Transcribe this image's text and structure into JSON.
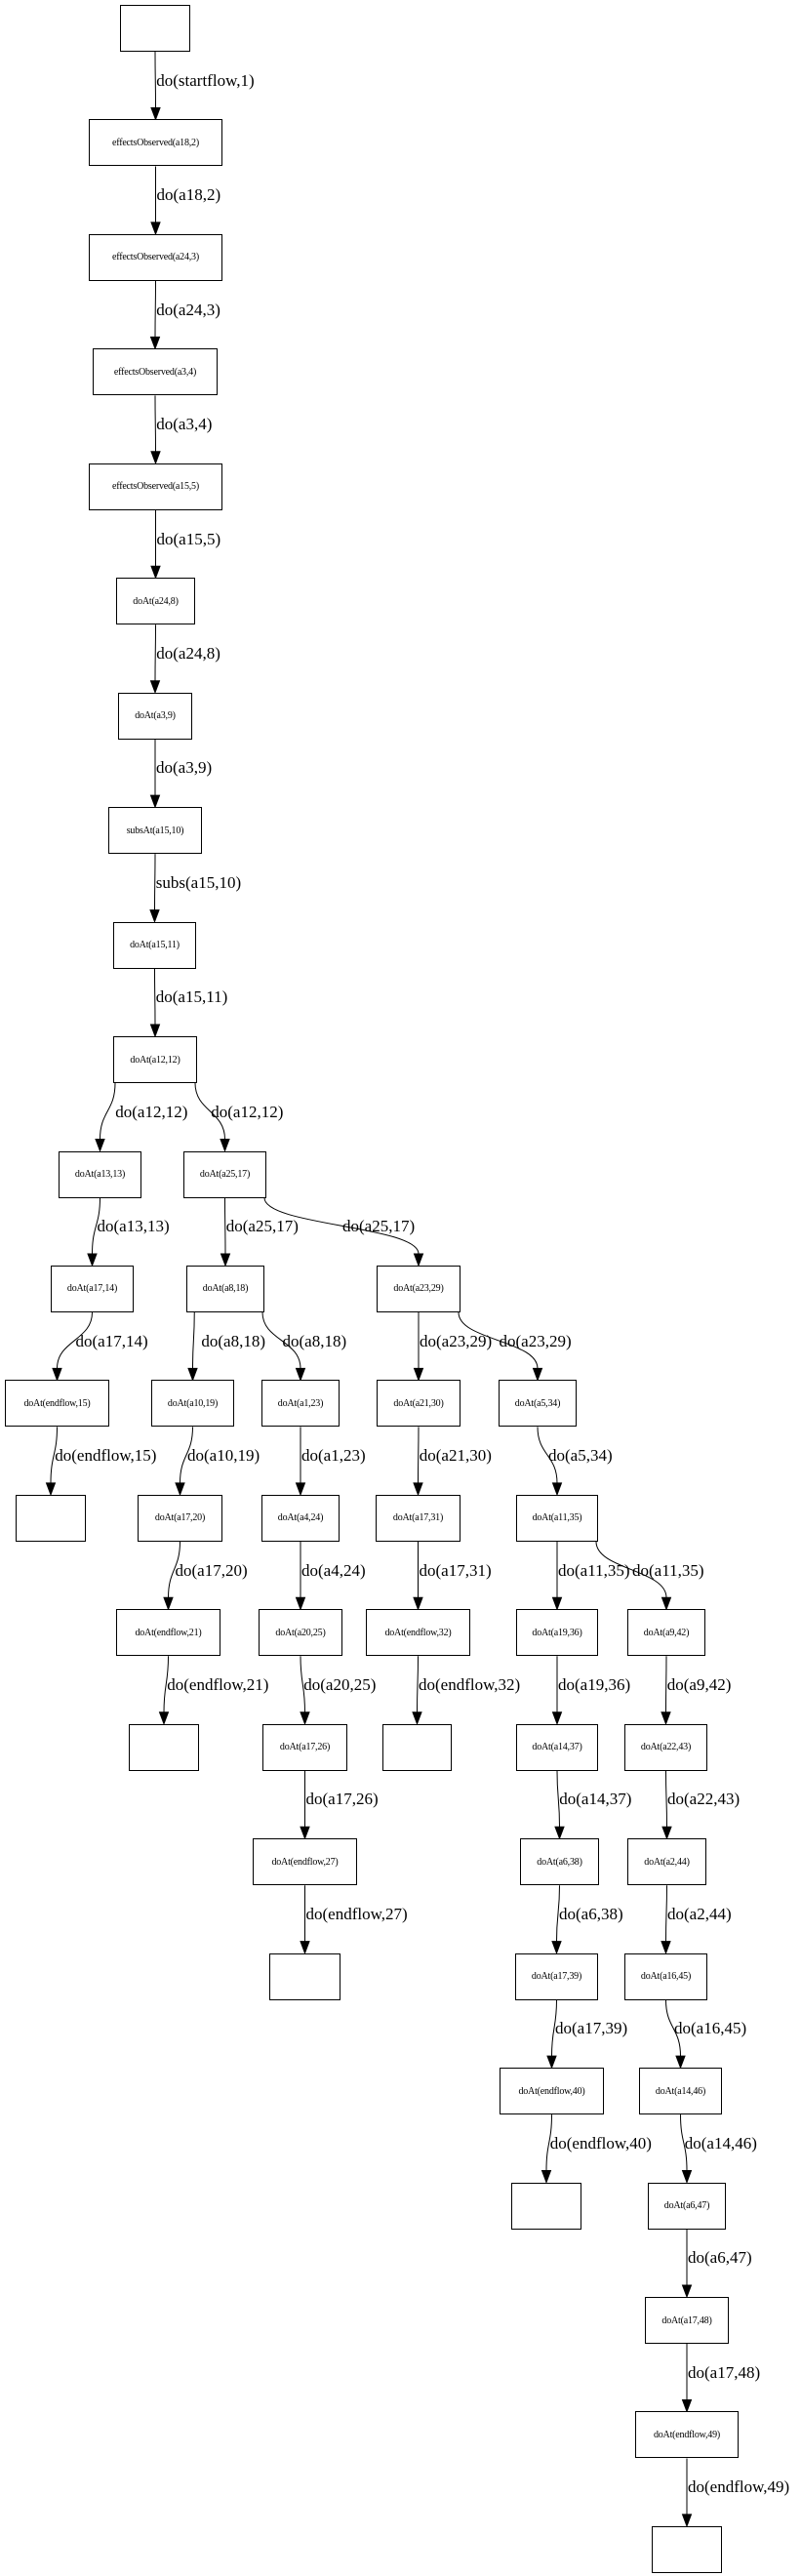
{
  "graph": {
    "type": "directed-tree",
    "nodes": [
      {
        "id": "n0",
        "label": ""
      },
      {
        "id": "n1",
        "label": "effectsObserved(a18,2)"
      },
      {
        "id": "n2",
        "label": "effectsObserved(a24,3)"
      },
      {
        "id": "n3",
        "label": "effectsObserved(a3,4)"
      },
      {
        "id": "n4",
        "label": "effectsObserved(a15,5)"
      },
      {
        "id": "n5",
        "label": "doAt(a24,8)"
      },
      {
        "id": "n6",
        "label": "doAt(a3,9)"
      },
      {
        "id": "n7",
        "label": "subsAt(a15,10)"
      },
      {
        "id": "n8",
        "label": "doAt(a15,11)"
      },
      {
        "id": "n9",
        "label": "doAt(a12,12)"
      },
      {
        "id": "n10",
        "label": "doAt(a13,13)"
      },
      {
        "id": "n11",
        "label": "doAt(a25,17)"
      },
      {
        "id": "n12",
        "label": "doAt(a17,14)"
      },
      {
        "id": "n13",
        "label": "doAt(a8,18)"
      },
      {
        "id": "n14",
        "label": "doAt(a23,29)"
      },
      {
        "id": "n15",
        "label": "doAt(endflow,15)"
      },
      {
        "id": "n16",
        "label": "doAt(a10,19)"
      },
      {
        "id": "n17",
        "label": "doAt(a1,23)"
      },
      {
        "id": "n18",
        "label": "doAt(a21,30)"
      },
      {
        "id": "n19",
        "label": "doAt(a5,34)"
      },
      {
        "id": "n20",
        "label": ""
      },
      {
        "id": "n21",
        "label": "doAt(a17,20)"
      },
      {
        "id": "n22",
        "label": "doAt(a4,24)"
      },
      {
        "id": "n23",
        "label": "doAt(a17,31)"
      },
      {
        "id": "n24",
        "label": "doAt(a11,35)"
      },
      {
        "id": "n25",
        "label": "doAt(endflow,21)"
      },
      {
        "id": "n26",
        "label": "doAt(a20,25)"
      },
      {
        "id": "n27",
        "label": "doAt(endflow,32)"
      },
      {
        "id": "n28",
        "label": "doAt(a19,36)"
      },
      {
        "id": "n29",
        "label": "doAt(a9,42)"
      },
      {
        "id": "n30",
        "label": ""
      },
      {
        "id": "n31",
        "label": "doAt(a17,26)"
      },
      {
        "id": "n32",
        "label": ""
      },
      {
        "id": "n33",
        "label": "doAt(a14,37)"
      },
      {
        "id": "n34",
        "label": "doAt(a22,43)"
      },
      {
        "id": "n35",
        "label": "doAt(endflow,27)"
      },
      {
        "id": "n36",
        "label": "doAt(a6,38)"
      },
      {
        "id": "n37",
        "label": "doAt(a2,44)"
      },
      {
        "id": "n38",
        "label": ""
      },
      {
        "id": "n39",
        "label": "doAt(a17,39)"
      },
      {
        "id": "n40",
        "label": "doAt(a16,45)"
      },
      {
        "id": "n41",
        "label": "doAt(endflow,40)"
      },
      {
        "id": "n42",
        "label": "doAt(a14,46)"
      },
      {
        "id": "n43",
        "label": ""
      },
      {
        "id": "n44",
        "label": "doAt(a6,47)"
      },
      {
        "id": "n45",
        "label": "doAt(a17,48)"
      },
      {
        "id": "n46",
        "label": "doAt(endflow,49)"
      },
      {
        "id": "n47",
        "label": ""
      }
    ],
    "edges": [
      {
        "from": "n0",
        "to": "n1",
        "label": "do(startflow,1)"
      },
      {
        "from": "n1",
        "to": "n2",
        "label": "do(a18,2)"
      },
      {
        "from": "n2",
        "to": "n3",
        "label": "do(a24,3)"
      },
      {
        "from": "n3",
        "to": "n4",
        "label": "do(a3,4)"
      },
      {
        "from": "n4",
        "to": "n5",
        "label": "do(a15,5)"
      },
      {
        "from": "n5",
        "to": "n6",
        "label": "do(a24,8)"
      },
      {
        "from": "n6",
        "to": "n7",
        "label": "do(a3,9)"
      },
      {
        "from": "n7",
        "to": "n8",
        "label": "subs(a15,10)"
      },
      {
        "from": "n8",
        "to": "n9",
        "label": "do(a15,11)"
      },
      {
        "from": "n9",
        "to": "n10",
        "label": "do(a12,12)"
      },
      {
        "from": "n9",
        "to": "n11",
        "label": "do(a12,12)"
      },
      {
        "from": "n10",
        "to": "n12",
        "label": "do(a13,13)"
      },
      {
        "from": "n11",
        "to": "n13",
        "label": "do(a25,17)"
      },
      {
        "from": "n11",
        "to": "n14",
        "label": "do(a25,17)"
      },
      {
        "from": "n12",
        "to": "n15",
        "label": "do(a17,14)"
      },
      {
        "from": "n13",
        "to": "n16",
        "label": "do(a8,18)"
      },
      {
        "from": "n13",
        "to": "n17",
        "label": "do(a8,18)"
      },
      {
        "from": "n14",
        "to": "n18",
        "label": "do(a23,29)"
      },
      {
        "from": "n14",
        "to": "n19",
        "label": "do(a23,29)"
      },
      {
        "from": "n15",
        "to": "n20",
        "label": "do(endflow,15)"
      },
      {
        "from": "n16",
        "to": "n21",
        "label": "do(a10,19)"
      },
      {
        "from": "n17",
        "to": "n22",
        "label": "do(a1,23)"
      },
      {
        "from": "n18",
        "to": "n23",
        "label": "do(a21,30)"
      },
      {
        "from": "n19",
        "to": "n24",
        "label": "do(a5,34)"
      },
      {
        "from": "n21",
        "to": "n25",
        "label": "do(a17,20)"
      },
      {
        "from": "n22",
        "to": "n26",
        "label": "do(a4,24)"
      },
      {
        "from": "n23",
        "to": "n27",
        "label": "do(a17,31)"
      },
      {
        "from": "n24",
        "to": "n28",
        "label": "do(a11,35)"
      },
      {
        "from": "n24",
        "to": "n29",
        "label": "do(a11,35)"
      },
      {
        "from": "n25",
        "to": "n30",
        "label": "do(endflow,21)"
      },
      {
        "from": "n26",
        "to": "n31",
        "label": "do(a20,25)"
      },
      {
        "from": "n27",
        "to": "n32",
        "label": "do(endflow,32)"
      },
      {
        "from": "n28",
        "to": "n33",
        "label": "do(a19,36)"
      },
      {
        "from": "n29",
        "to": "n34",
        "label": "do(a9,42)"
      },
      {
        "from": "n31",
        "to": "n35",
        "label": "do(a17,26)"
      },
      {
        "from": "n33",
        "to": "n36",
        "label": "do(a14,37)"
      },
      {
        "from": "n34",
        "to": "n37",
        "label": "do(a22,43)"
      },
      {
        "from": "n35",
        "to": "n38",
        "label": "do(endflow,27)"
      },
      {
        "from": "n36",
        "to": "n39",
        "label": "do(a6,38)"
      },
      {
        "from": "n37",
        "to": "n40",
        "label": "do(a2,44)"
      },
      {
        "from": "n39",
        "to": "n41",
        "label": "do(a17,39)"
      },
      {
        "from": "n40",
        "to": "n42",
        "label": "do(a16,45)"
      },
      {
        "from": "n41",
        "to": "n43",
        "label": "do(endflow,40)"
      },
      {
        "from": "n42",
        "to": "n44",
        "label": "do(a14,46)"
      },
      {
        "from": "n44",
        "to": "n45",
        "label": "do(a6,47)"
      },
      {
        "from": "n45",
        "to": "n46",
        "label": "do(a17,48)"
      },
      {
        "from": "n46",
        "to": "n47",
        "label": "do(endflow,49)"
      }
    ]
  }
}
